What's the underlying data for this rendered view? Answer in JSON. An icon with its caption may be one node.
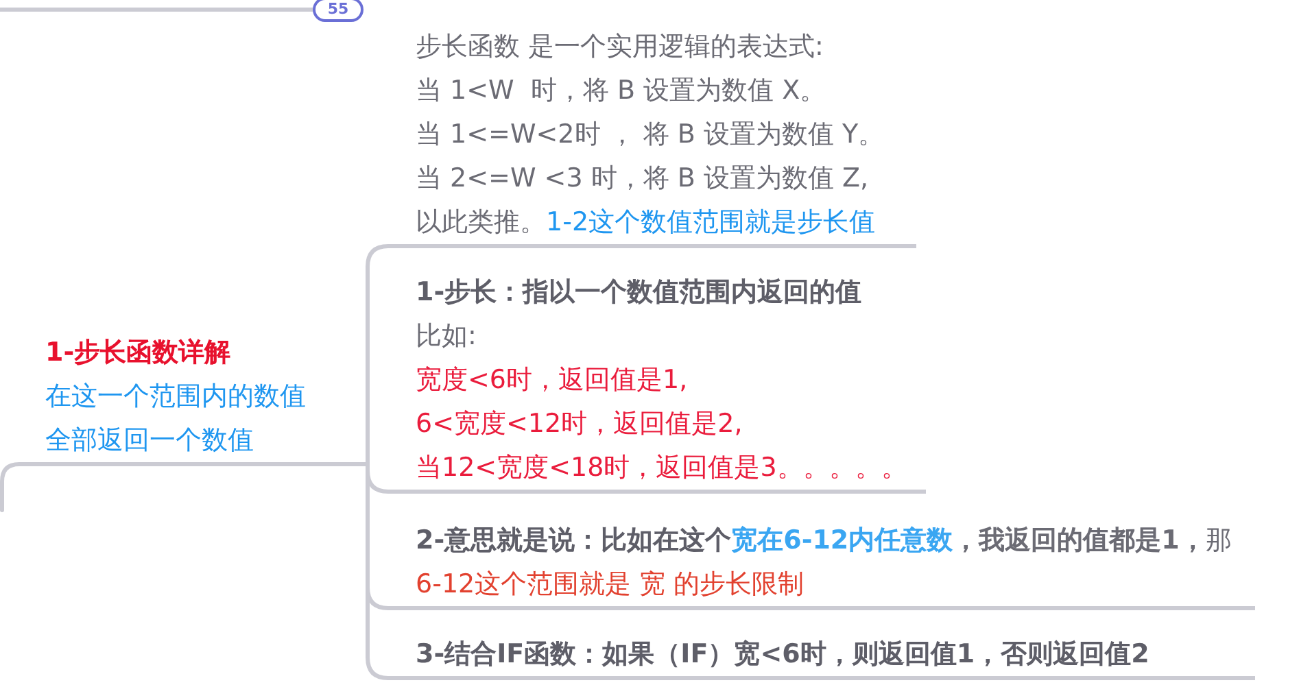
{
  "diagram": {
    "nodes": [
      {
        "text": [
          "55"
        ]
      },
      {
        "text": [
          "1-步长函数详解",
          "在这一个范围内的数值全部返回一个数值"
        ]
      },
      {
        "text": [
          "步长函数 是一个实用逻辑的表达式:",
          "当 1<W  时，将 B 设置为数值 X。",
          "当 1<=W<2时 ， 将 B 设置为数值 Y。",
          "当 2<=W <3 时，将 B 设置为数值 Z,",
          "以此类推。",
          "1-2这个数值范围就是步长值"
        ]
      },
      {
        "text": [
          "1-步长：指以一个数值范围内返回的值",
          "比如:",
          "宽度<6时，返回值是1,",
          "6<宽度<12时，返回值是2,",
          "当12<宽度<18时，返回值是3。。。。。"
        ]
      },
      {
        "text": [
          "2-意思就是说：比如在这个",
          "宽在6-12内任意数",
          "**，我返回的值都是1，**那",
          "6-12这个范围就是 宽 的步长限制"
        ]
      },
      {
        "text": [
          "3-结合IF函数：如果（IF）宽<6时，则返回值1，否则返回值2"
        ]
      }
    ],
    "edges": [
      {
        "from": null,
        "to": 0,
        "arrow": "none"
      },
      {
        "from": null,
        "to": 1,
        "arrow": "none"
      },
      {
        "from": 1,
        "to": 2,
        "arrow": "none"
      },
      {
        "from": 1,
        "to": 3,
        "arrow": "none"
      },
      {
        "from": 1,
        "to": 4,
        "arrow": "none"
      },
      {
        "from": 1,
        "to": 5,
        "arrow": "none"
      }
    ]
  }
}
